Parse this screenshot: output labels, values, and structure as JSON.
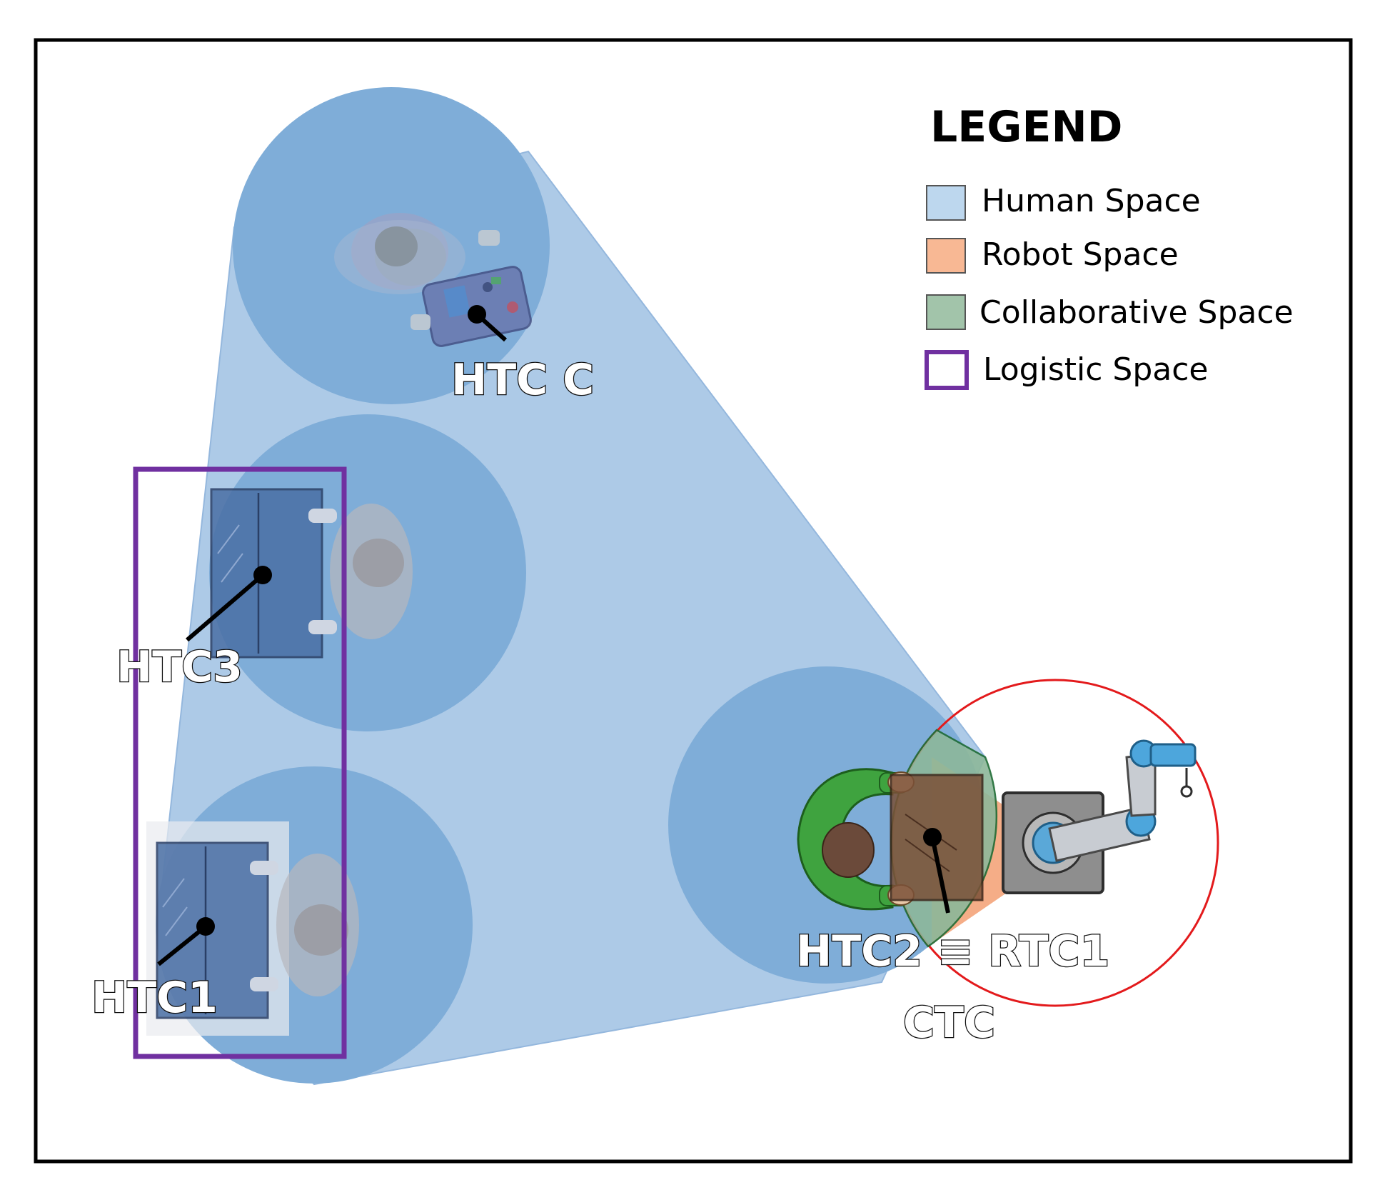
{
  "labels": {
    "htc_c": "HTC C",
    "htc3": "HTC3",
    "htc1": "HTC1",
    "htc2_rtc1": "HTC2 ≡ RTC1",
    "ctc": "CTC"
  },
  "legend": {
    "title": "LEGEND",
    "items": [
      {
        "label": "Human Space",
        "color": "#bdd7ee"
      },
      {
        "label": "Robot Space",
        "color": "#f8b894"
      },
      {
        "label": "Collaborative Space",
        "color": "#a2c4aa"
      },
      {
        "label": "Logistic Space",
        "color": "#7030a0"
      }
    ]
  },
  "colors": {
    "human_space": "#a9c8e6",
    "workstation_circle": "#7fadd8",
    "robot_space_boundary": "#e31a1c",
    "robot_space_fill": "#f4a47a",
    "collaborative_space": "#8db89a",
    "logistic_space": "#7030a0",
    "frame": "#000000"
  }
}
